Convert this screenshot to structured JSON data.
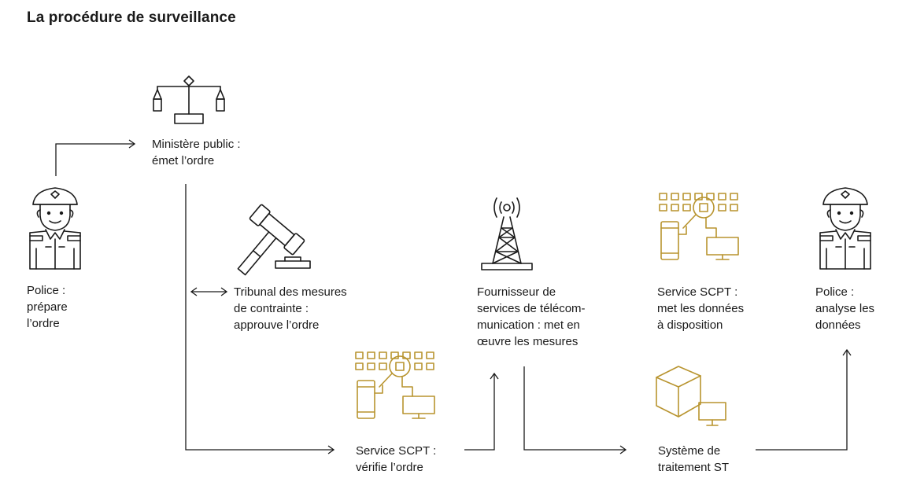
{
  "title": "La procédure de surveillance",
  "colors": {
    "ink": "#1a1a1a",
    "accent": "#b8942f"
  },
  "steps": [
    {
      "id": "police-prepare",
      "icon": "police-officer-icon",
      "lines": [
        "Police :",
        "prépare",
        "l’ordre"
      ]
    },
    {
      "id": "ministere-public",
      "icon": "scales-of-justice-icon",
      "lines": [
        "Ministère public :",
        "émet l’ordre"
      ]
    },
    {
      "id": "tribunal",
      "icon": "gavel-icon",
      "lines": [
        "Tribunal des mesures",
        "de contrainte :",
        "approuve l’ordre"
      ]
    },
    {
      "id": "scpt-verifie",
      "icon": "surveillance-system-icon",
      "lines": [
        "Service SCPT :",
        "vérifie l’ordre"
      ]
    },
    {
      "id": "fournisseur",
      "icon": "antenna-tower-icon",
      "lines": [
        "Fournisseur de",
        "services de télécom-",
        "munication : met en",
        "œuvre les mesures"
      ]
    },
    {
      "id": "scpt-dispose",
      "icon": "surveillance-system-icon",
      "lines": [
        "Service SCPT :",
        "met les données",
        "à disposition"
      ]
    },
    {
      "id": "systeme-st",
      "icon": "processing-box-icon",
      "lines": [
        "Système de",
        "traitement ST"
      ]
    },
    {
      "id": "police-analyse",
      "icon": "police-officer-icon",
      "lines": [
        "Police :",
        "analyse les",
        "données"
      ]
    }
  ]
}
